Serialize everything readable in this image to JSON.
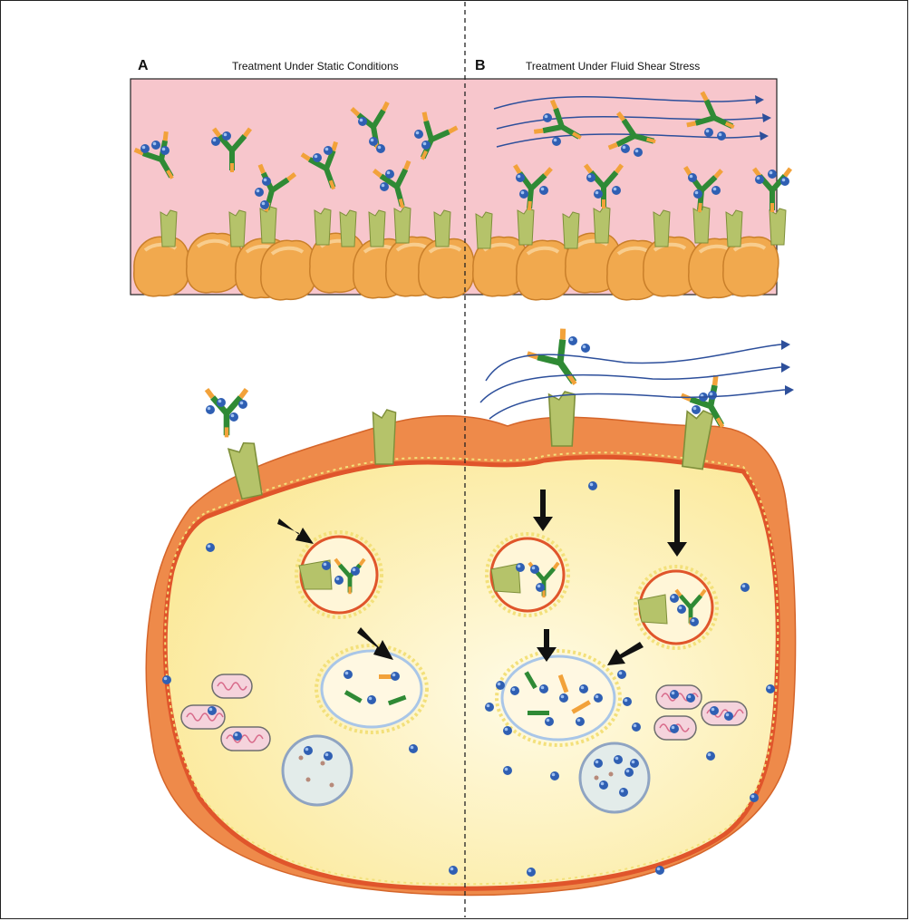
{
  "panels": {
    "a": {
      "letter": "A",
      "title": "Treatment Under Static Conditions"
    },
    "b": {
      "letter": "B",
      "title": "Treatment Under Fluid Shear Stress"
    }
  },
  "colors": {
    "medium_pink": "#f7c6cc",
    "cell_orange": "#f1a94e",
    "receptor_green": "#b5c36a",
    "antibody_green": "#2f8a35",
    "antibody_orange": "#f2a23a",
    "nanoparticle_blue": "#2f5fb3",
    "flow_line_blue": "#2d4f9b",
    "cytoplasm_yellow": "#fdf0b3",
    "membrane_red": "#e0552b",
    "endosome_blue": "#a9c6e8"
  },
  "icons": [
    "antibody-icon",
    "nanoparticle-icon",
    "receptor-icon",
    "vesicle-icon",
    "mitochondrion-icon",
    "nucleus-icon",
    "flow-arrow-icon"
  ]
}
